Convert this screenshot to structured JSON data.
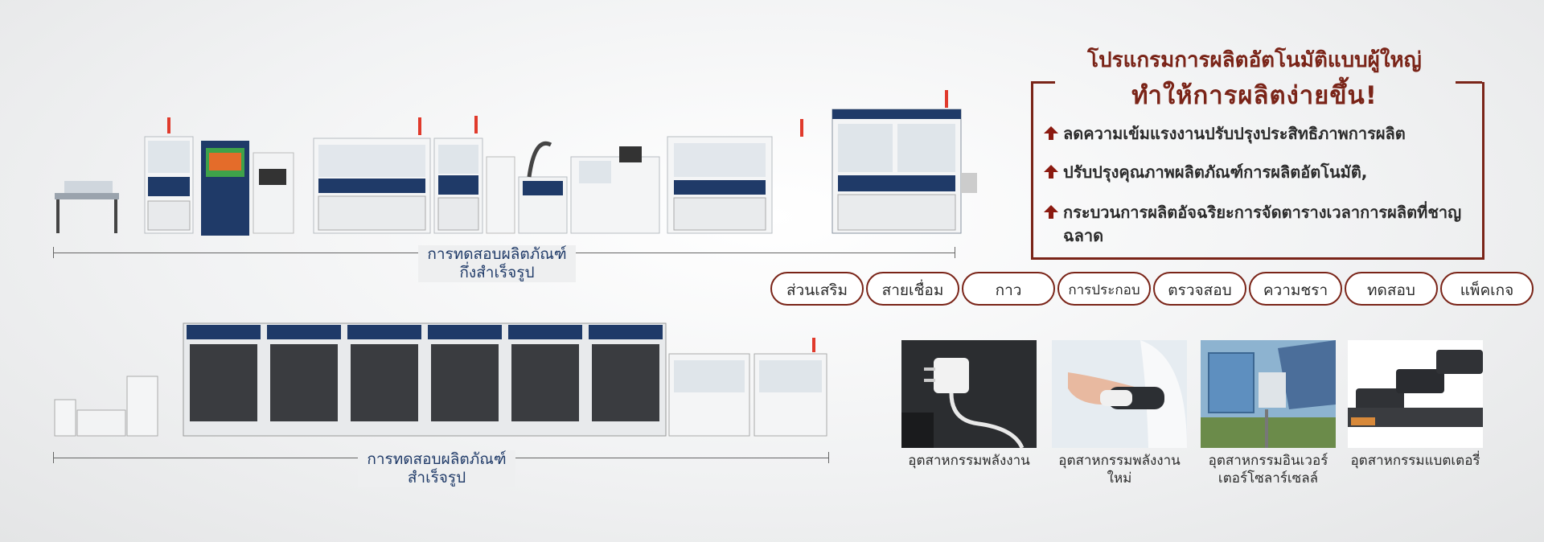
{
  "title_line1": "โปรแกรมการผลิตอัตโนมัติแบบผู้ใหญ่",
  "title_line2": "ทำให้การผลิตง่ายขึ้น!",
  "benefits": [
    "ลดความเข้มแรงงานปรับปรุงประสิทธิภาพการผลิต",
    "ปรับปรุงคุณภาพผลิตภัณฑ์การผลิตอัตโนมัติ,",
    "กระบวนการผลิตอัจฉริยะการจัดตารางเวลาการผลิตที่ชาญฉลาด"
  ],
  "processes": [
    "ส่วนเสริม",
    "สายเชื่อม",
    "กาว",
    "การประกอบ",
    "ตรวจสอบ",
    "ความชรา",
    "ทดสอบ",
    "แพ็คเกจ"
  ],
  "line1_label": "การทดสอบผลิตภัณฑ์กึ่งสำเร็จรูป",
  "line2_label": "การทดสอบผลิตภัณฑ์สำเร็จรูป",
  "industries": [
    {
      "label": "อุตสาหกรรมพลังงาน",
      "icon": "charger-icon"
    },
    {
      "label": "อุตสาหกรรมพลังงานใหม่",
      "icon": "ev-charging-icon"
    },
    {
      "label": "อุตสาหกรรมอินเวอร์เตอร์โซลาร์เซลล์",
      "icon": "solar-inverter-icon"
    },
    {
      "label": "อุตสาหกรรมแบตเตอรี่",
      "icon": "battery-icon"
    }
  ],
  "colors": {
    "accent": "#7a2418",
    "navy": "#1f3a68"
  }
}
